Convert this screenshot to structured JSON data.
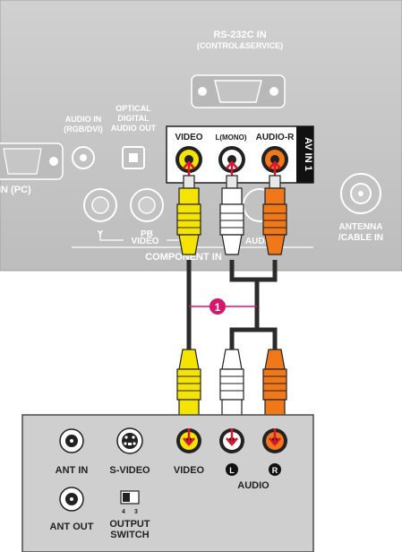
{
  "tv_panel": {
    "rs232_line1": "RS-232C IN",
    "rs232_line2": "(CONTROL&SERVICE)",
    "audio_in_line1": "AUDIO IN",
    "audio_in_line2": "(RGB/DVI)",
    "optical_line1": "OPTICAL",
    "optical_line2": "DIGITAL",
    "optical_line3": "AUDIO OUT",
    "rgb_pc": "IN (PC)",
    "component_y": "Y",
    "component_pb": "PB",
    "component_video": "VIDEO",
    "component_audio": "AUDIO",
    "component_in": "COMPONENT IN",
    "antenna_line1": "ANTENNA",
    "antenna_line2": "/CABLE IN",
    "av_in_video": "VIDEO",
    "av_in_lmono": "L(MONO)",
    "av_in_audio_r": "AUDIO-R",
    "av_in_tab": "AV IN 1"
  },
  "callout": {
    "number": "1"
  },
  "device_panel": {
    "ant_in": "ANT IN",
    "s_video": "S-VIDEO",
    "video": "VIDEO",
    "audio_l": "L",
    "audio_r": "R",
    "audio": "AUDIO",
    "ant_out": "ANT OUT",
    "switch_4": "4",
    "switch_3": "3",
    "output_switch_line1": "OUTPUT",
    "output_switch_line2": "SWITCH"
  },
  "colors": {
    "tv_panel": "#c7c7c7",
    "device_panel": "#cfcfcf",
    "video_jack": "#f5e400",
    "audio_l_jack": "#ffffff",
    "audio_r_jack": "#f07818",
    "callout": "#d6156e",
    "cable": "#2b2b2b"
  }
}
